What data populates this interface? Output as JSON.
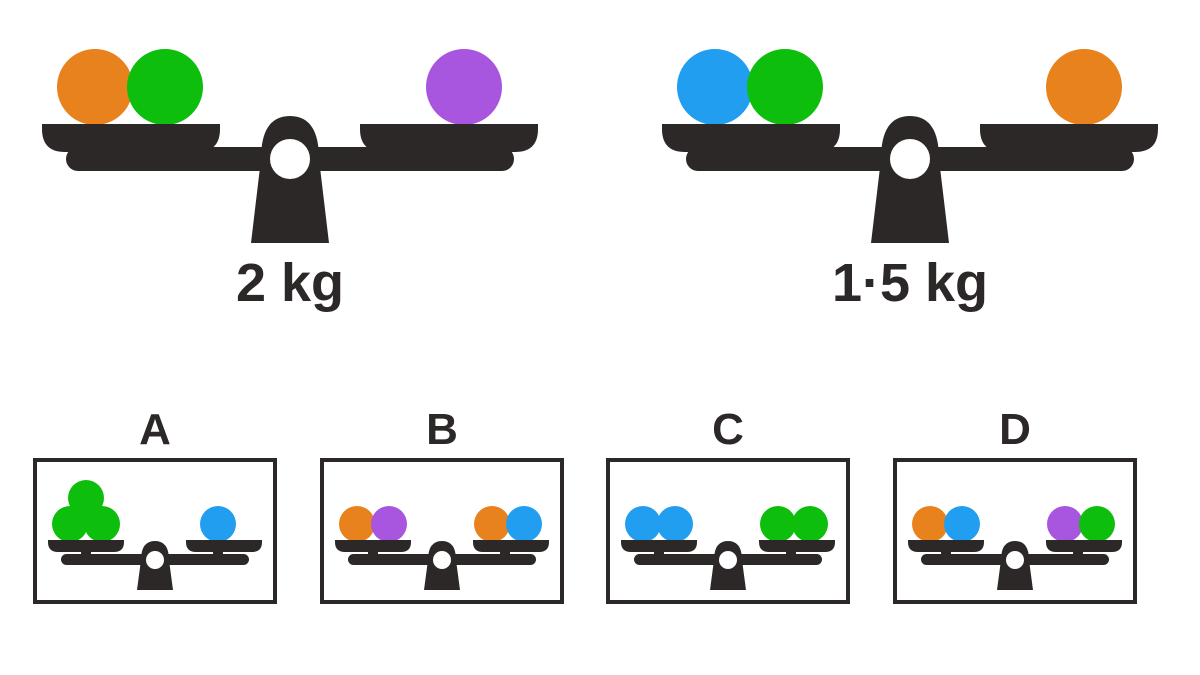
{
  "page": {
    "title": "Balance scales reasoning question",
    "background_color": "#ffffff",
    "ink_color": "#2d2828"
  },
  "palette": {
    "orange": "#e8821c",
    "green": "#0dbe0d",
    "purple": "#a855e0",
    "blue": "#229ef0",
    "dark": "#2d2828",
    "white": "#ffffff"
  },
  "given_scales": [
    {
      "id": "scale-1",
      "label": "2 kg",
      "left_pan": [
        "orange",
        "green"
      ],
      "right_pan": [
        "purple"
      ],
      "state": "balanced"
    },
    {
      "id": "scale-2",
      "label": "1·5 kg",
      "left_pan": [
        "blue",
        "green"
      ],
      "right_pan": [
        "orange"
      ],
      "state": "balanced"
    }
  ],
  "options": [
    {
      "letter": "A",
      "left_pan": [
        "green",
        "green",
        "green"
      ],
      "left_pan_layout": "pyramid",
      "right_pan": [
        "blue"
      ],
      "state": "balanced"
    },
    {
      "letter": "B",
      "left_pan": [
        "orange",
        "purple"
      ],
      "left_pan_layout": "row",
      "right_pan": [
        "orange",
        "blue"
      ],
      "state": "balanced"
    },
    {
      "letter": "C",
      "left_pan": [
        "blue",
        "blue"
      ],
      "left_pan_layout": "row",
      "right_pan": [
        "green",
        "green"
      ],
      "state": "balanced"
    },
    {
      "letter": "D",
      "left_pan": [
        "orange",
        "blue"
      ],
      "left_pan_layout": "row",
      "right_pan": [
        "purple",
        "green"
      ],
      "state": "balanced"
    }
  ]
}
